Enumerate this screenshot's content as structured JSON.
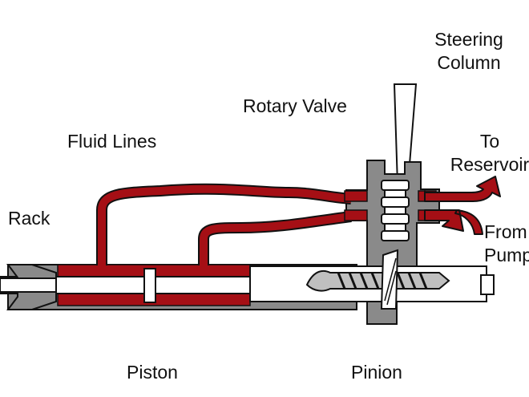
{
  "labels": {
    "steering_column": [
      "Steering",
      "Column"
    ],
    "rotary_valve": "Rotary Valve",
    "fluid_lines": "Fluid Lines",
    "to_reservoir": [
      "To",
      "Reservoir"
    ],
    "rack": "Rack",
    "from_pump": [
      "From",
      "Pump"
    ],
    "piston": "Piston",
    "pinion": "Pinion"
  },
  "colors": {
    "fluid": "#a50f15",
    "housing": "#8a8a8a",
    "outline": "#111111",
    "metal": "#ffffff"
  }
}
